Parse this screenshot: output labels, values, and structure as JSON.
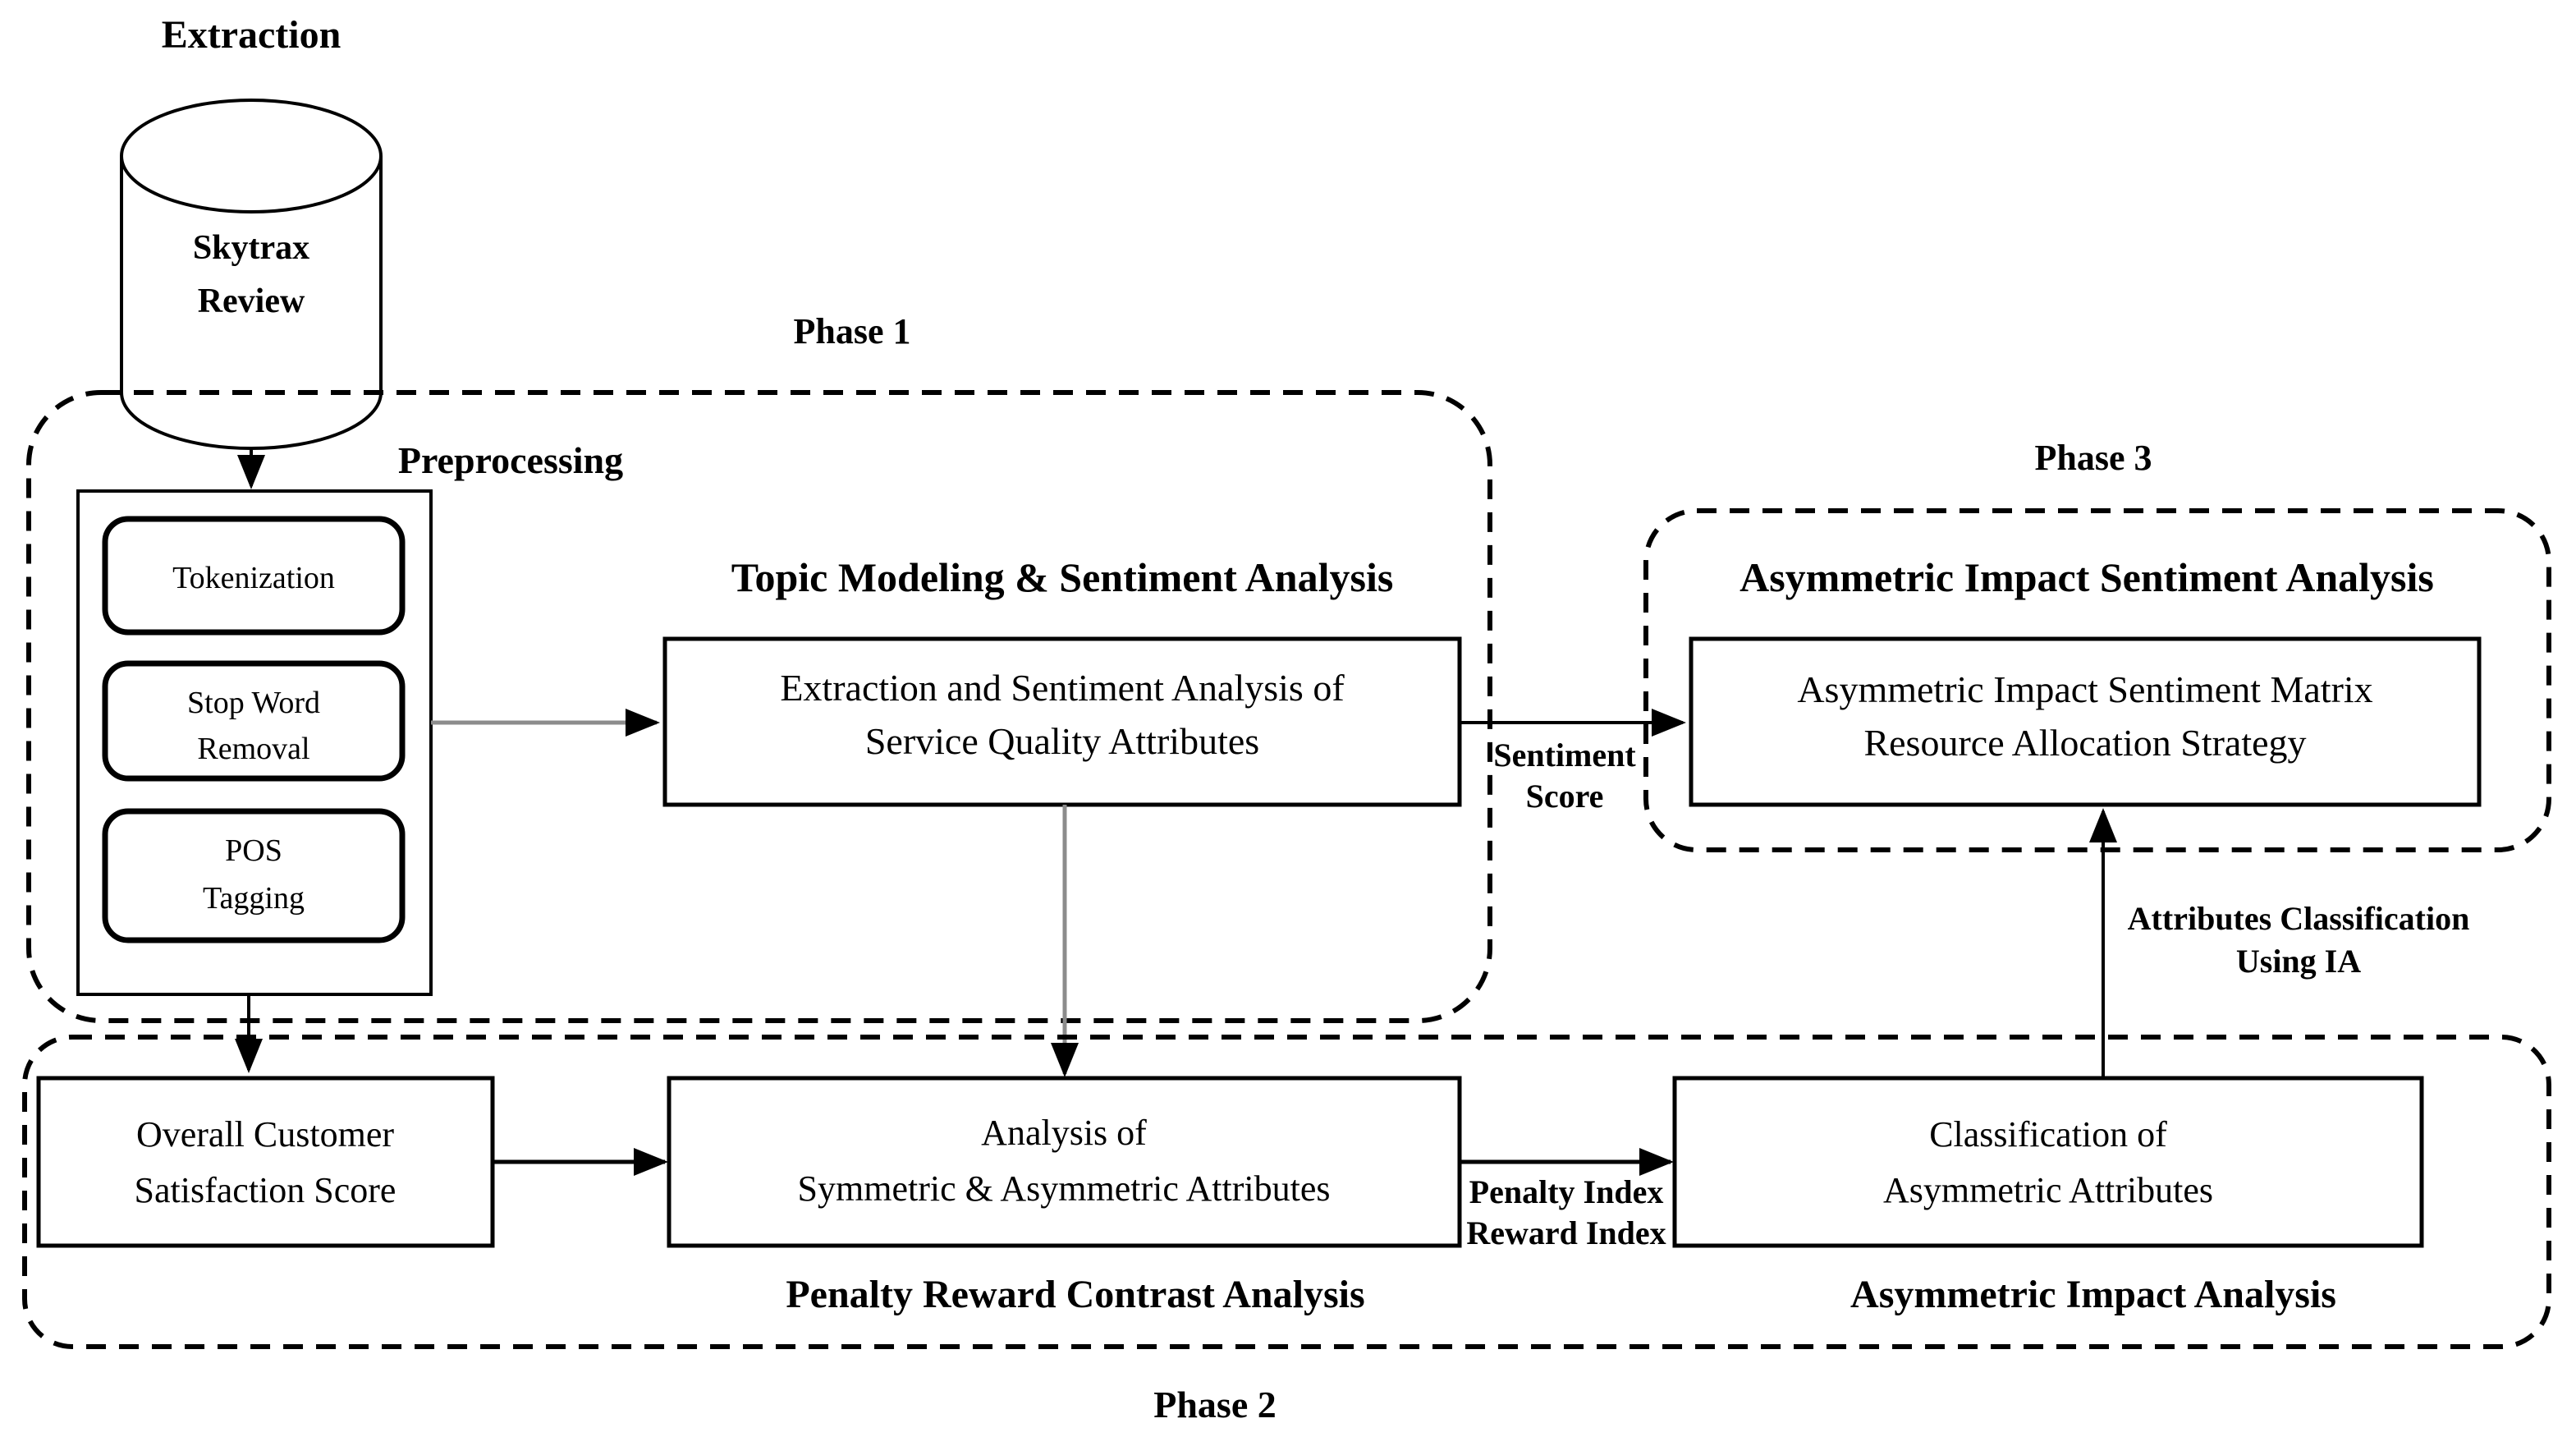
{
  "extraction": {
    "title": "Extraction",
    "database_line1": "Skytrax",
    "database_line2": "Review"
  },
  "phase1": {
    "label": "Phase 1",
    "preprocessing_title": "Preprocessing",
    "tokenization": "Tokenization",
    "stopword_line1": "Stop Word",
    "stopword_line2": "Removal",
    "pos_line1": "POS",
    "pos_line2": "Tagging",
    "topic_heading": "Topic Modeling & Sentiment Analysis",
    "extraction_box_line1": "Extraction and Sentiment Analysis of",
    "extraction_box_line2": "Service Quality Attributes"
  },
  "phase3": {
    "label": "Phase 3",
    "heading": "Asymmetric Impact Sentiment Analysis",
    "box_line1": "Asymmetric Impact Sentiment Matrix",
    "box_line2": "Resource Allocation Strategy"
  },
  "phase2": {
    "label": "Phase 2",
    "overall_line1": "Overall Customer",
    "overall_line2": "Satisfaction Score",
    "analysis_line1": "Analysis of",
    "analysis_line2": "Symmetric & Asymmetric Attributes",
    "classification_line1": "Classification of",
    "classification_line2": "Asymmetric Attributes",
    "penalty_reward_label": "Penalty Reward Contrast Analysis",
    "asymmetric_impact_label": "Asymmetric Impact Analysis"
  },
  "arrow_labels": {
    "sentiment_line1": "Sentiment",
    "sentiment_line2": "Score",
    "penalty_line1": "Penalty Index",
    "penalty_line2": "Reward Index",
    "attributes_line1": "Attributes Classification",
    "attributes_line2": "Using IA"
  },
  "colors": {
    "stroke": "#000000",
    "gray_connector": "#8c8c8c",
    "background": "#ffffff"
  }
}
